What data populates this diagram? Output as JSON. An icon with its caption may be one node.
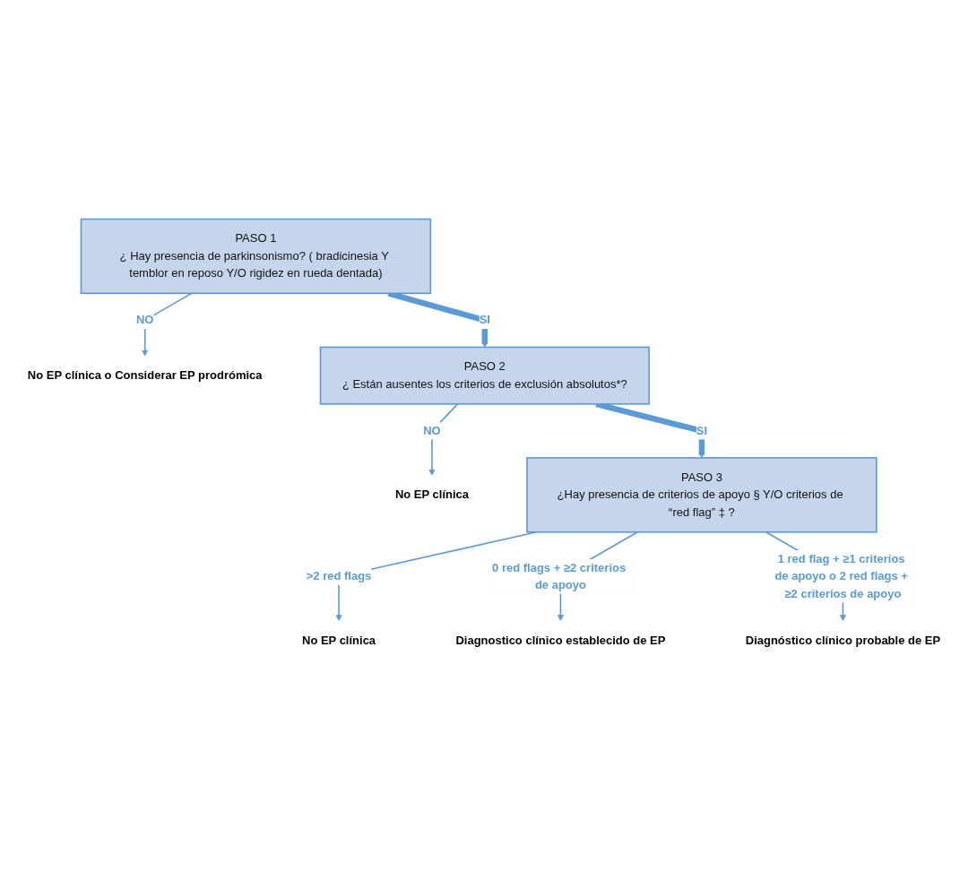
{
  "diagram": {
    "nodes": [
      {
        "text": [
          "PASO 1",
          "¿ Hay presencia de parkinsonismo? ( bradicinesia Y temblor en reposo Y/O rigidez en rueda dentada)"
        ]
      },
      {
        "text": [
          "No EP clínica o Considerar EP prodrómica"
        ]
      },
      {
        "text": [
          "PASO 2",
          "¿ Están ausentes los criterios de exclusión absolutos*?"
        ]
      },
      {
        "text": [
          "No EP clínica"
        ]
      },
      {
        "text": [
          "PASO 3",
          "¿Hay presencia de criterios de apoyo § Y/O criterios de “red flag” ‡ ?"
        ]
      },
      {
        "text": [
          "No EP clínica"
        ]
      },
      {
        "text": [
          "Diagnostico clínico establecido de EP"
        ]
      },
      {
        "text": [
          "Diagnóstico clínico probable de EP"
        ]
      }
    ],
    "edges": [
      {
        "from": 0,
        "to": 1,
        "arrow": "to",
        "label": "NO"
      },
      {
        "from": 0,
        "to": 2,
        "arrow": "to",
        "label": "SI",
        "style": "thick"
      },
      {
        "from": 2,
        "to": 3,
        "arrow": "to",
        "label": "NO"
      },
      {
        "from": 2,
        "to": 4,
        "arrow": "to",
        "label": "SI",
        "style": "thick"
      },
      {
        "from": 4,
        "to": 5,
        "arrow": "to",
        "label": ">2 red flags"
      },
      {
        "from": 4,
        "to": 6,
        "arrow": "to",
        "label": "0 red flags + ≥2 criterios de apoyo"
      },
      {
        "from": 4,
        "to": 7,
        "arrow": "to",
        "label": "1 red flag + ≥1 criterios de apoyo o 2 red flags + ≥2 criterios de apoyo"
      }
    ]
  }
}
